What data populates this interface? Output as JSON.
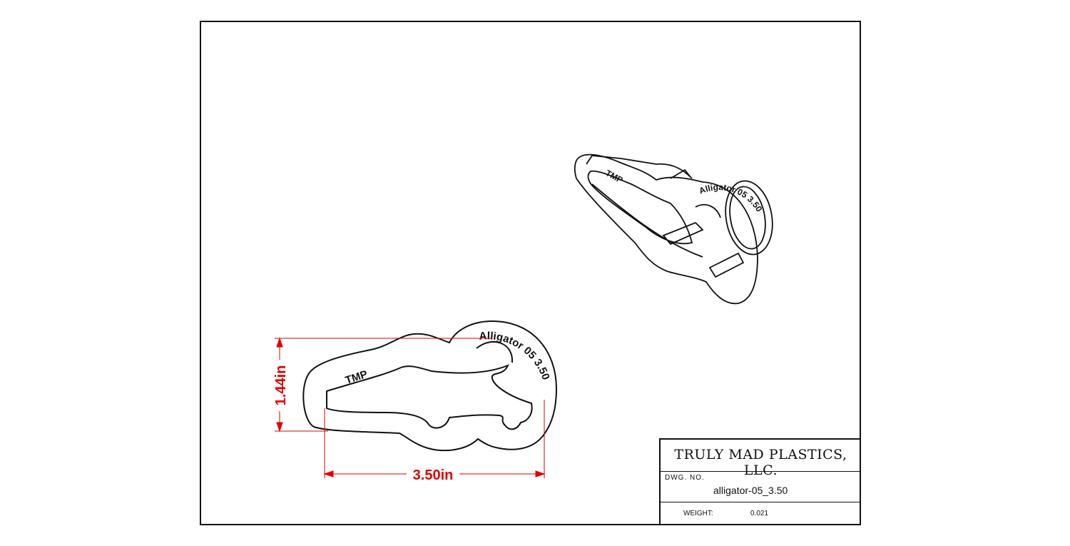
{
  "title_block": {
    "company": "TRULY MAD PLASTICS, LLC.",
    "dwg_no_label": "DWG. NO.",
    "dwg_no_value": "alligator-05_3.50",
    "weight_label": "WEIGHT:",
    "weight_value": "0.021"
  },
  "dimensions": {
    "width": "3.50in",
    "height": "1.44in"
  },
  "engravings": {
    "maker": "TMP",
    "model": "Alligator 05  3.50"
  },
  "colors": {
    "dimension": "#e00000",
    "line": "#111111"
  }
}
